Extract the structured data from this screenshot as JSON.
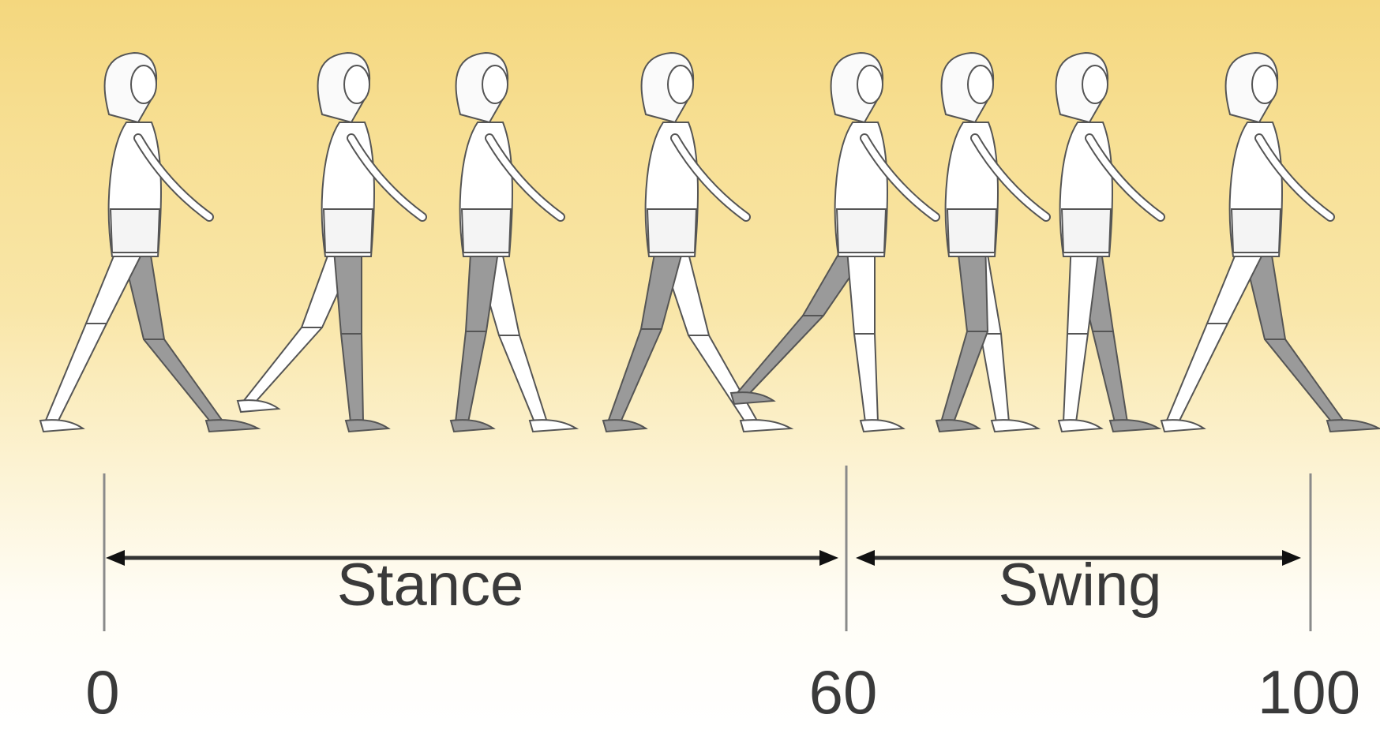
{
  "phases": {
    "stance": "Stance",
    "swing": "Swing"
  },
  "ticks": {
    "start": "0",
    "toe_off": "60",
    "end": "100"
  },
  "gait_cycle_percent": {
    "start": 0,
    "toe_off": 60,
    "end": 100
  },
  "figure_count": 8,
  "colors": {
    "background_top": "#f4d77e",
    "background_bottom": "#ffffff",
    "highlighted_leg": "#9a9a9a",
    "figure_fill": "#ffffff",
    "outline": "#555555",
    "timeline": "#333333",
    "label_text": "#3a3a3a"
  }
}
